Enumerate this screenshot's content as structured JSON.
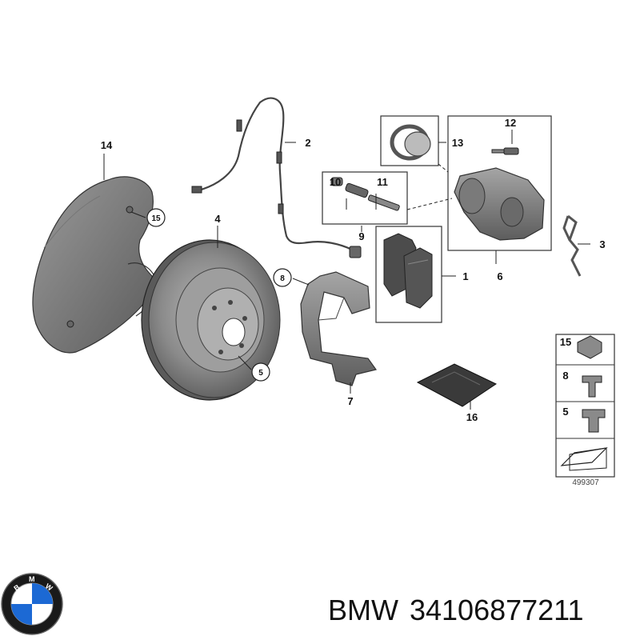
{
  "callouts": {
    "c1": "1",
    "c2": "2",
    "c3": "3",
    "c4": "4",
    "c5": "5",
    "c6": "6",
    "c7": "7",
    "c8": "8",
    "c9": "9",
    "c10": "10",
    "c11": "11",
    "c12": "12",
    "c13": "13",
    "c14": "14",
    "c15": "15",
    "c16": "16"
  },
  "legend": {
    "row1": "15",
    "row2": "8",
    "row3": "5"
  },
  "reference_number": "499307",
  "brand": "BMW",
  "part_number": "34106877211",
  "colors": {
    "part_fill": "#8a8a8a",
    "part_dark": "#4a4a4a",
    "logo_blue": "#1c69d4"
  }
}
